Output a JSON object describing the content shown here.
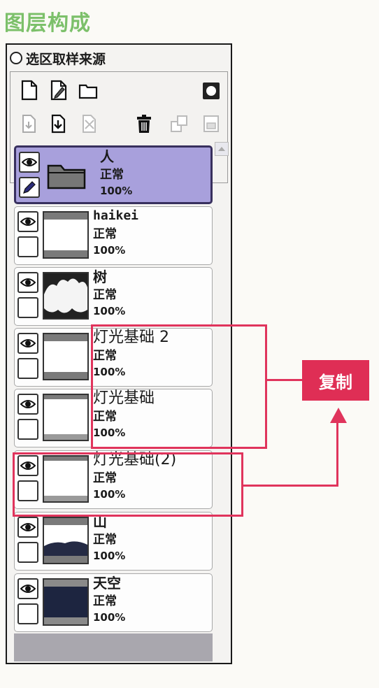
{
  "page_title": "图层构成",
  "panel": {
    "sample_source_label": "选区取样来源"
  },
  "layers": [
    {
      "name": "人",
      "mode": "正常",
      "opacity": "100%"
    },
    {
      "name": "haikei",
      "mode": "正常",
      "opacity": "100%"
    },
    {
      "name": "树",
      "mode": "正常",
      "opacity": "100%"
    },
    {
      "name": "灯光基础 2",
      "mode": "正常",
      "opacity": "100%"
    },
    {
      "name": "灯光基础",
      "mode": "正常",
      "opacity": "100%"
    },
    {
      "name": "灯光基础(2)",
      "mode": "正常",
      "opacity": "100%"
    },
    {
      "name": "山",
      "mode": "正常",
      "opacity": "100%"
    },
    {
      "name": "天空",
      "mode": "正常",
      "opacity": "100%"
    }
  ],
  "annotation": {
    "copy_label": "复制"
  },
  "colors": {
    "title_green": "#7cc06a",
    "selected_layer": "#a8a0dc",
    "annotation_red": "#e0345c"
  }
}
